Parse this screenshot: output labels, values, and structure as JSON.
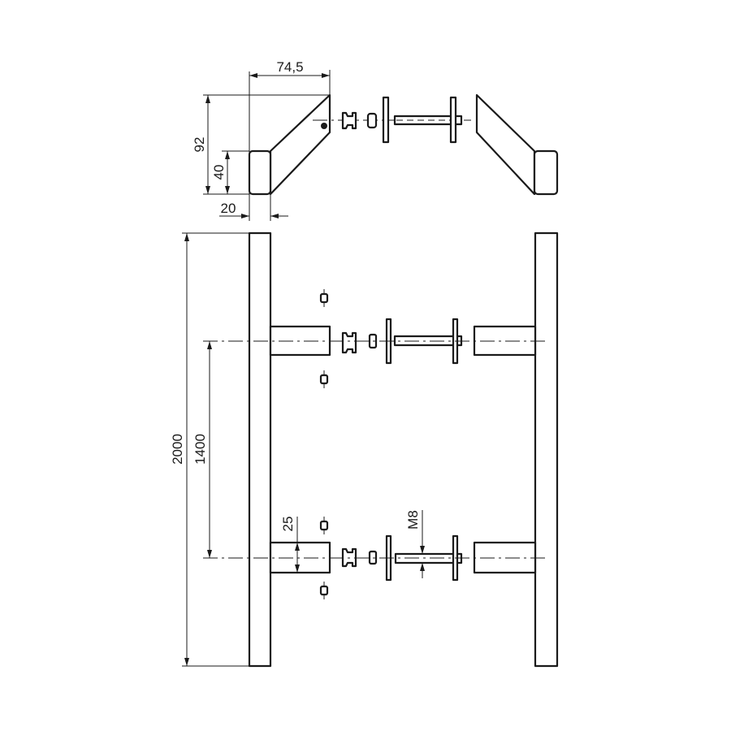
{
  "dimensions": {
    "handle_depth": "74,5",
    "handle_height": "92",
    "grip_height": "40",
    "grip_width": "20",
    "bar_length": "2000",
    "mount_spacing": "1400",
    "standoff_diameter": "25",
    "thread": "M8"
  },
  "colors": {
    "line": "#1a1a1a",
    "background": "#ffffff"
  }
}
